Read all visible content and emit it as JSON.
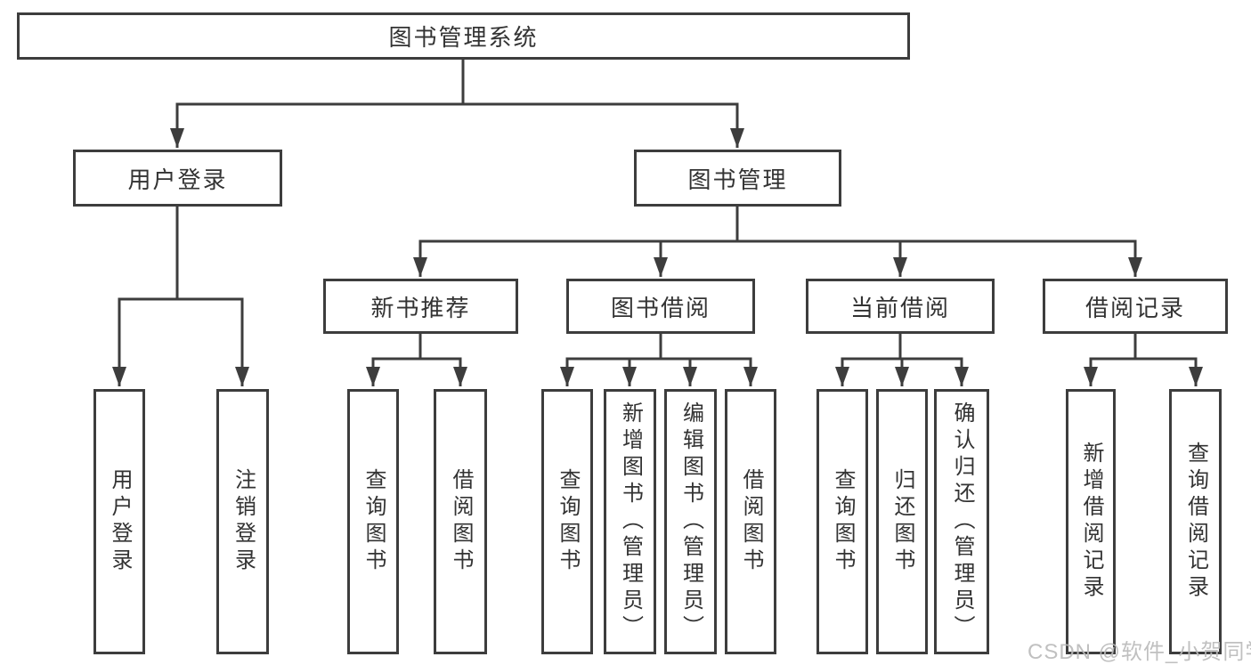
{
  "diagram": {
    "title_node": {
      "label": "图书管理系统"
    },
    "level2": [
      {
        "label": "用户登录"
      },
      {
        "label": "图书管理"
      }
    ],
    "level3": [
      {
        "label": "新书推荐"
      },
      {
        "label": "图书借阅"
      },
      {
        "label": "当前借阅"
      },
      {
        "label": "借阅记录"
      }
    ],
    "leaves": [
      {
        "label": "用户登录"
      },
      {
        "label": "注销登录"
      },
      {
        "label": "查询图书"
      },
      {
        "label": "借阅图书"
      },
      {
        "label": "查询图书"
      },
      {
        "label": "新增图书（管理员）"
      },
      {
        "label": "编辑图书（管理员）"
      },
      {
        "label": "借阅图书"
      },
      {
        "label": "查询图书"
      },
      {
        "label": "归还图书"
      },
      {
        "label": "确认归还（管理员）"
      },
      {
        "label": "新增借阅记录"
      },
      {
        "label": "查询借阅记录"
      }
    ],
    "colors": {
      "line": "#3d3d3d",
      "text": "#333333",
      "box_fill": "#ffffff",
      "watermark": "#b9b9b9"
    }
  },
  "watermark": {
    "text": "CSDN @软件_小贺同学"
  }
}
